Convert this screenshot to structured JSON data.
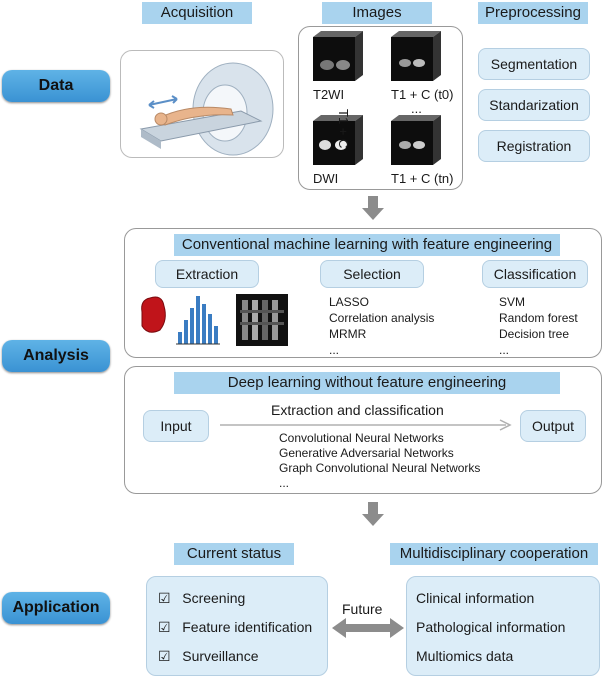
{
  "headers": {
    "acquisition": "Acquisition",
    "images": "Images",
    "preprocessing": "Preprocessing"
  },
  "sections": {
    "data": "Data",
    "analysis": "Analysis",
    "application": "Application"
  },
  "images": {
    "t2wi": "T2WI",
    "t1c_t0": "T1 + C (t0)",
    "t1c_vertical": "T1 + C",
    "ellipsis": "...",
    "dwi": "DWI",
    "t1c_tn": "T1 + C (tn)"
  },
  "preprocessing": {
    "steps": [
      "Segmentation",
      "Standarization",
      "Registration"
    ]
  },
  "conventional": {
    "title": "Conventional machine learning with feature engineering",
    "extraction": "Extraction",
    "selection": "Selection",
    "classification": "Classification",
    "selection_items": [
      "LASSO",
      "Correlation analysis",
      "MRMR",
      "..."
    ],
    "classification_items": [
      "SVM",
      "Random forest",
      "Decision tree",
      "..."
    ]
  },
  "deep": {
    "title": "Deep learning without feature engineering",
    "input": "Input",
    "extraction_classification": "Extraction and classification",
    "output": "Output",
    "networks": [
      "Convolutional Neural Networks",
      "Generative Adversarial Networks",
      "Graph Convolutional Neural Networks",
      "..."
    ]
  },
  "application": {
    "current_status": "Current status",
    "multidisciplinary": "Multidisciplinary cooperation",
    "status_items": [
      "Screening",
      "Feature identification",
      "Surveillance"
    ],
    "future": "Future",
    "coop_items": [
      "Clinical information",
      "Pathological information",
      "Multiomics data"
    ]
  },
  "colors": {
    "header_bg": "#a9d3ee",
    "pill_bg": "#dcedf8",
    "section_blue": "#3a92d3",
    "arrow_gray": "#8c8c8c"
  }
}
